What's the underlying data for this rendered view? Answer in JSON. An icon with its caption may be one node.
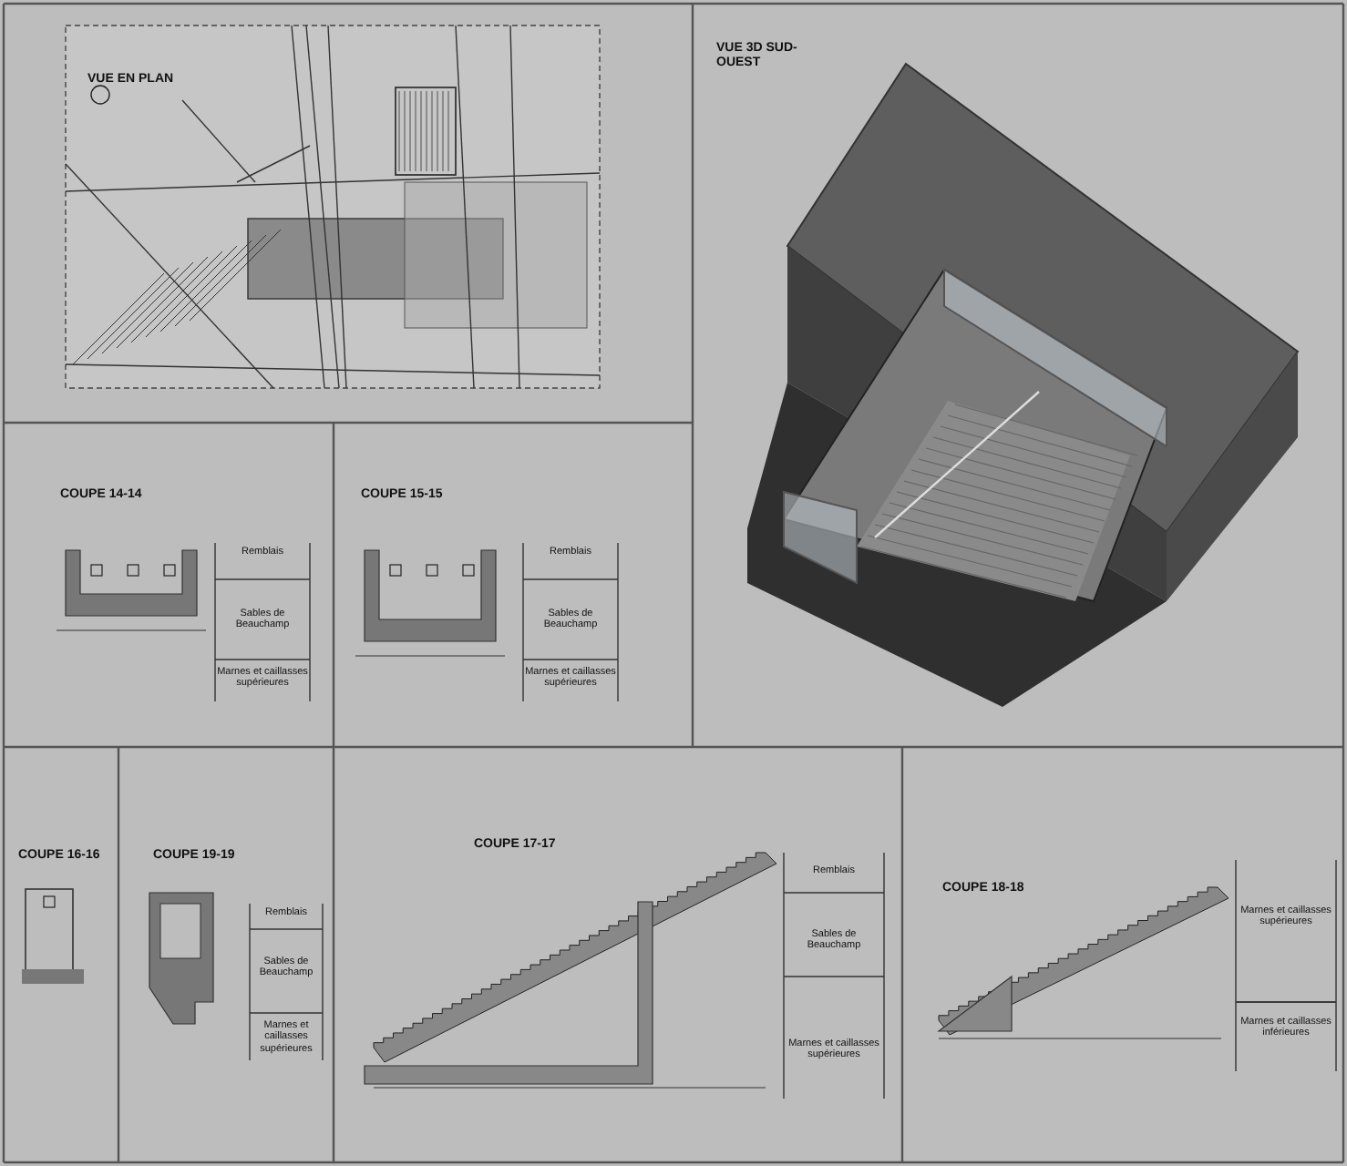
{
  "diagram": {
    "labels": [
      "VUE EN PLAN",
      "VUE 3D SUD-OUEST",
      "COUPE 14-14",
      "Remblais",
      "Sables de Beauchamp",
      "Marnes et caillasses supérieures",
      "COUPE 15-15",
      "Remblais",
      "Sables de Beauchamp",
      "Marnes et caillasses supérieures",
      "COUPE 16-16",
      "COUPE 19-19",
      "Remblais",
      "Sables de Beauchamp",
      "Marnes et caillasses supérieures",
      "COUPE 17-17",
      "Remblais",
      "Sables de Beauchamp",
      "Marnes et caillasses supérieures",
      "COUPE 18-18",
      "Marnes et caillasses supérieures",
      "Marnes et caillasses inférieures"
    ]
  }
}
